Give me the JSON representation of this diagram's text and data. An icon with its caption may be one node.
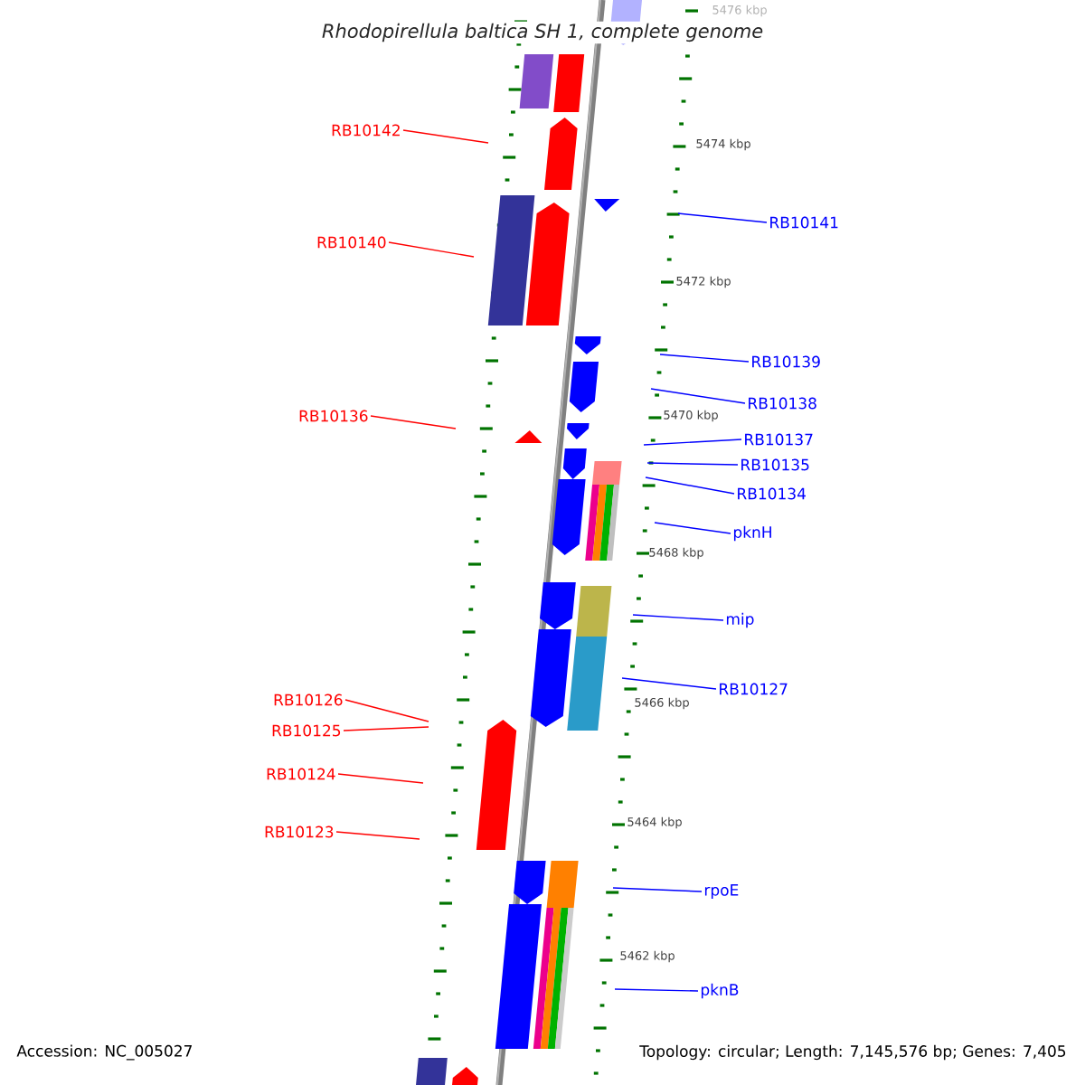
{
  "diagram": {
    "title": "Rhodopirellula baltica SH 1, complete genome",
    "nodes": [
      {
        "text": [
          "RB10142"
        ]
      },
      {
        "text": [
          "RB10141"
        ]
      },
      {
        "text": [
          "RB10140"
        ]
      },
      {
        "text": [
          "RB10139"
        ]
      },
      {
        "text": [
          "RB10138"
        ]
      },
      {
        "text": [
          "RB10136"
        ]
      },
      {
        "text": [
          "RB10137"
        ]
      },
      {
        "text": [
          "RB10135"
        ]
      },
      {
        "text": [
          "RB10134"
        ]
      },
      {
        "text": [
          "pknH"
        ]
      },
      {
        "text": [
          "mip"
        ]
      },
      {
        "text": [
          "RB10127"
        ]
      },
      {
        "text": [
          "RB10126"
        ]
      },
      {
        "text": [
          "RB10125"
        ]
      },
      {
        "text": [
          "RB10124"
        ]
      },
      {
        "text": [
          "RB10123"
        ]
      },
      {
        "text": [
          "rpoE"
        ]
      },
      {
        "text": [
          "pknB"
        ]
      }
    ],
    "edges": [
      {
        "from": 0,
        "to": null,
        "arrow": "none",
        "color": "#ff0000"
      },
      {
        "from": 1,
        "to": null,
        "arrow": "none"
      },
      {
        "from": 2,
        "to": null,
        "arrow": "none",
        "color": "#ff0000"
      },
      {
        "from": 3,
        "to": null,
        "arrow": "none"
      },
      {
        "from": 4,
        "to": null,
        "arrow": "none"
      },
      {
        "from": 5,
        "to": null,
        "arrow": "none",
        "color": "#ff0000"
      },
      {
        "from": 6,
        "to": null,
        "arrow": "none"
      },
      {
        "from": 7,
        "to": null,
        "arrow": "none"
      },
      {
        "from": 8,
        "to": null,
        "arrow": "none"
      },
      {
        "from": 9,
        "to": null,
        "arrow": "none"
      },
      {
        "from": 10,
        "to": null,
        "arrow": "none"
      },
      {
        "from": 11,
        "to": null,
        "arrow": "none"
      },
      {
        "from": 12,
        "to": null,
        "arrow": "none",
        "color": "#ff0000"
      },
      {
        "from": 13,
        "to": null,
        "arrow": "none",
        "color": "#ff0000"
      },
      {
        "from": 14,
        "to": null,
        "arrow": "none",
        "color": "#ff0000"
      },
      {
        "from": 15,
        "to": null,
        "arrow": "none",
        "color": "#ff0000"
      },
      {
        "from": 16,
        "to": null,
        "arrow": "none"
      },
      {
        "from": 17,
        "to": null,
        "arrow": "none"
      }
    ],
    "labels": [
      "5476 kbp",
      "5474 kbp",
      "5472 kbp",
      "5470 kbp",
      "5468 kbp",
      "5466 kbp",
      "5464 kbp",
      "5462 kbp",
      "Accession: NC_005027",
      "Topology: circular; Length: 7,145,576 bp; Genes: 7,405"
    ]
  }
}
